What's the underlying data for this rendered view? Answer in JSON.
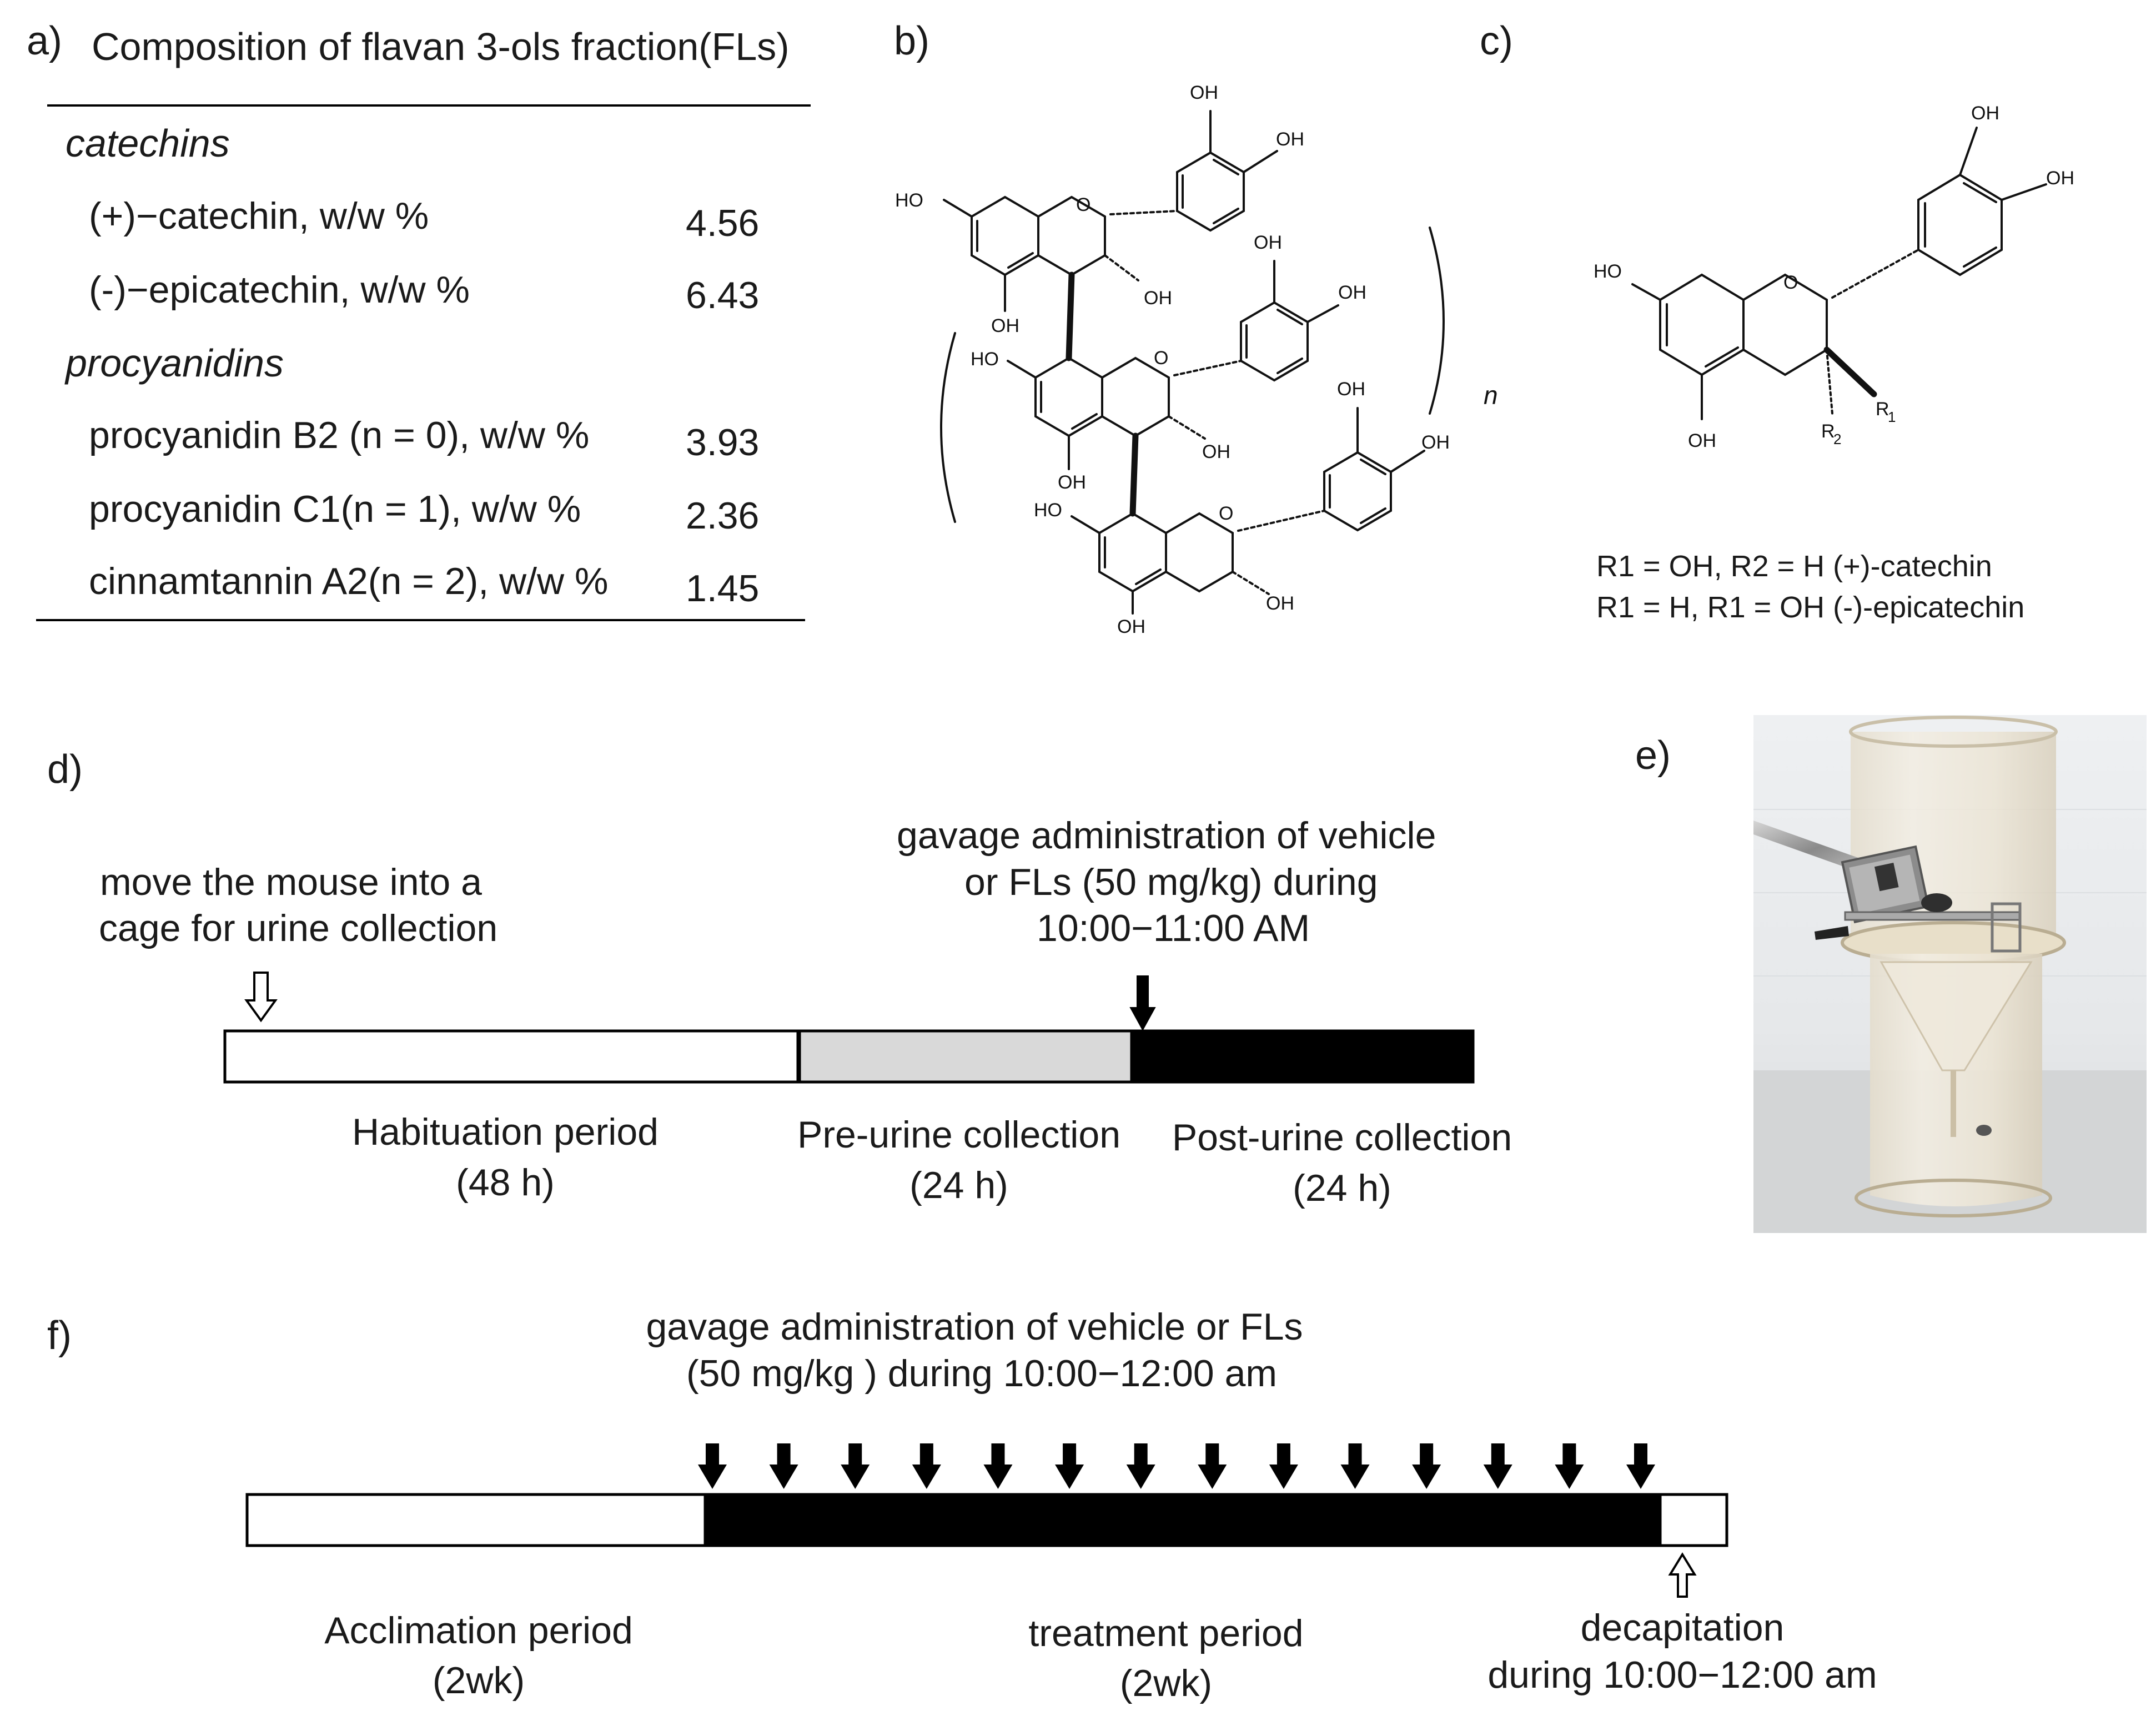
{
  "panel_labels": {
    "a": "a)",
    "b": "b)",
    "c": "c)",
    "d": "d)",
    "e": "e)",
    "f": "f)"
  },
  "table": {
    "title": "Composition of flavan 3-ols fraction(FLs)",
    "groups": [
      {
        "heading": "catechins",
        "rows": [
          {
            "name": "(+)−catechin, w/w %",
            "value": "4.56"
          },
          {
            "name": "(-)−epicatechin, w/w %",
            "value": "6.43"
          }
        ]
      },
      {
        "heading": "procyanidins",
        "rows": [
          {
            "name": "procyanidin B2 (n = 0), w/w %",
            "value": "3.93"
          },
          {
            "name": "procyanidin C1(n = 1), w/w %",
            "value": "2.36"
          },
          {
            "name": "cinnamtannin A2(n = 2), w/w %",
            "value": "1.45"
          }
        ]
      }
    ]
  },
  "structure_b": {
    "oh": "OH",
    "ho": "HO",
    "subscript": "n"
  },
  "structure_c": {
    "oh": "OH",
    "ho": "HO",
    "r": "R",
    "r1_sub": "1",
    "r2_sub": "2",
    "legend": [
      "R1 = OH, R2 = H  (+)-catechin",
      "R1 = H, R1 = OH  (-)-epicatechin"
    ]
  },
  "timeline_d": {
    "move_note": [
      "move the mouse into  a",
      "cage for urine collection"
    ],
    "gavage_note": [
      "gavage administration of vehicle",
      "or FLs (50 mg/kg) during",
      "10:00−11:00 AM"
    ],
    "segments": [
      {
        "label": "Habituation period",
        "duration": "(48 h)",
        "fill": "#ffffff"
      },
      {
        "label": "Pre-urine collection",
        "duration": "(24 h)",
        "fill": "#d9d9d9"
      },
      {
        "label": "Post-urine collection",
        "duration": "(24 h)",
        "fill": "#000000"
      }
    ]
  },
  "timeline_f": {
    "gavage_note": [
      "gavage administration of vehicle or FLs",
      "(50 mg/kg ) during  10:00−12:00 am"
    ],
    "dose_arrow_count": 14,
    "segments": [
      {
        "label": "Acclimation period",
        "duration": "(2wk)",
        "fill": "#ffffff"
      },
      {
        "label": "treatment  period",
        "duration": "(2wk)",
        "fill": "#000000"
      }
    ],
    "end_note": [
      "decapitation",
      "during  10:00−12:00 am"
    ]
  },
  "colors": {
    "ink": "#000000",
    "pre_urine": "#d9d9d9"
  }
}
